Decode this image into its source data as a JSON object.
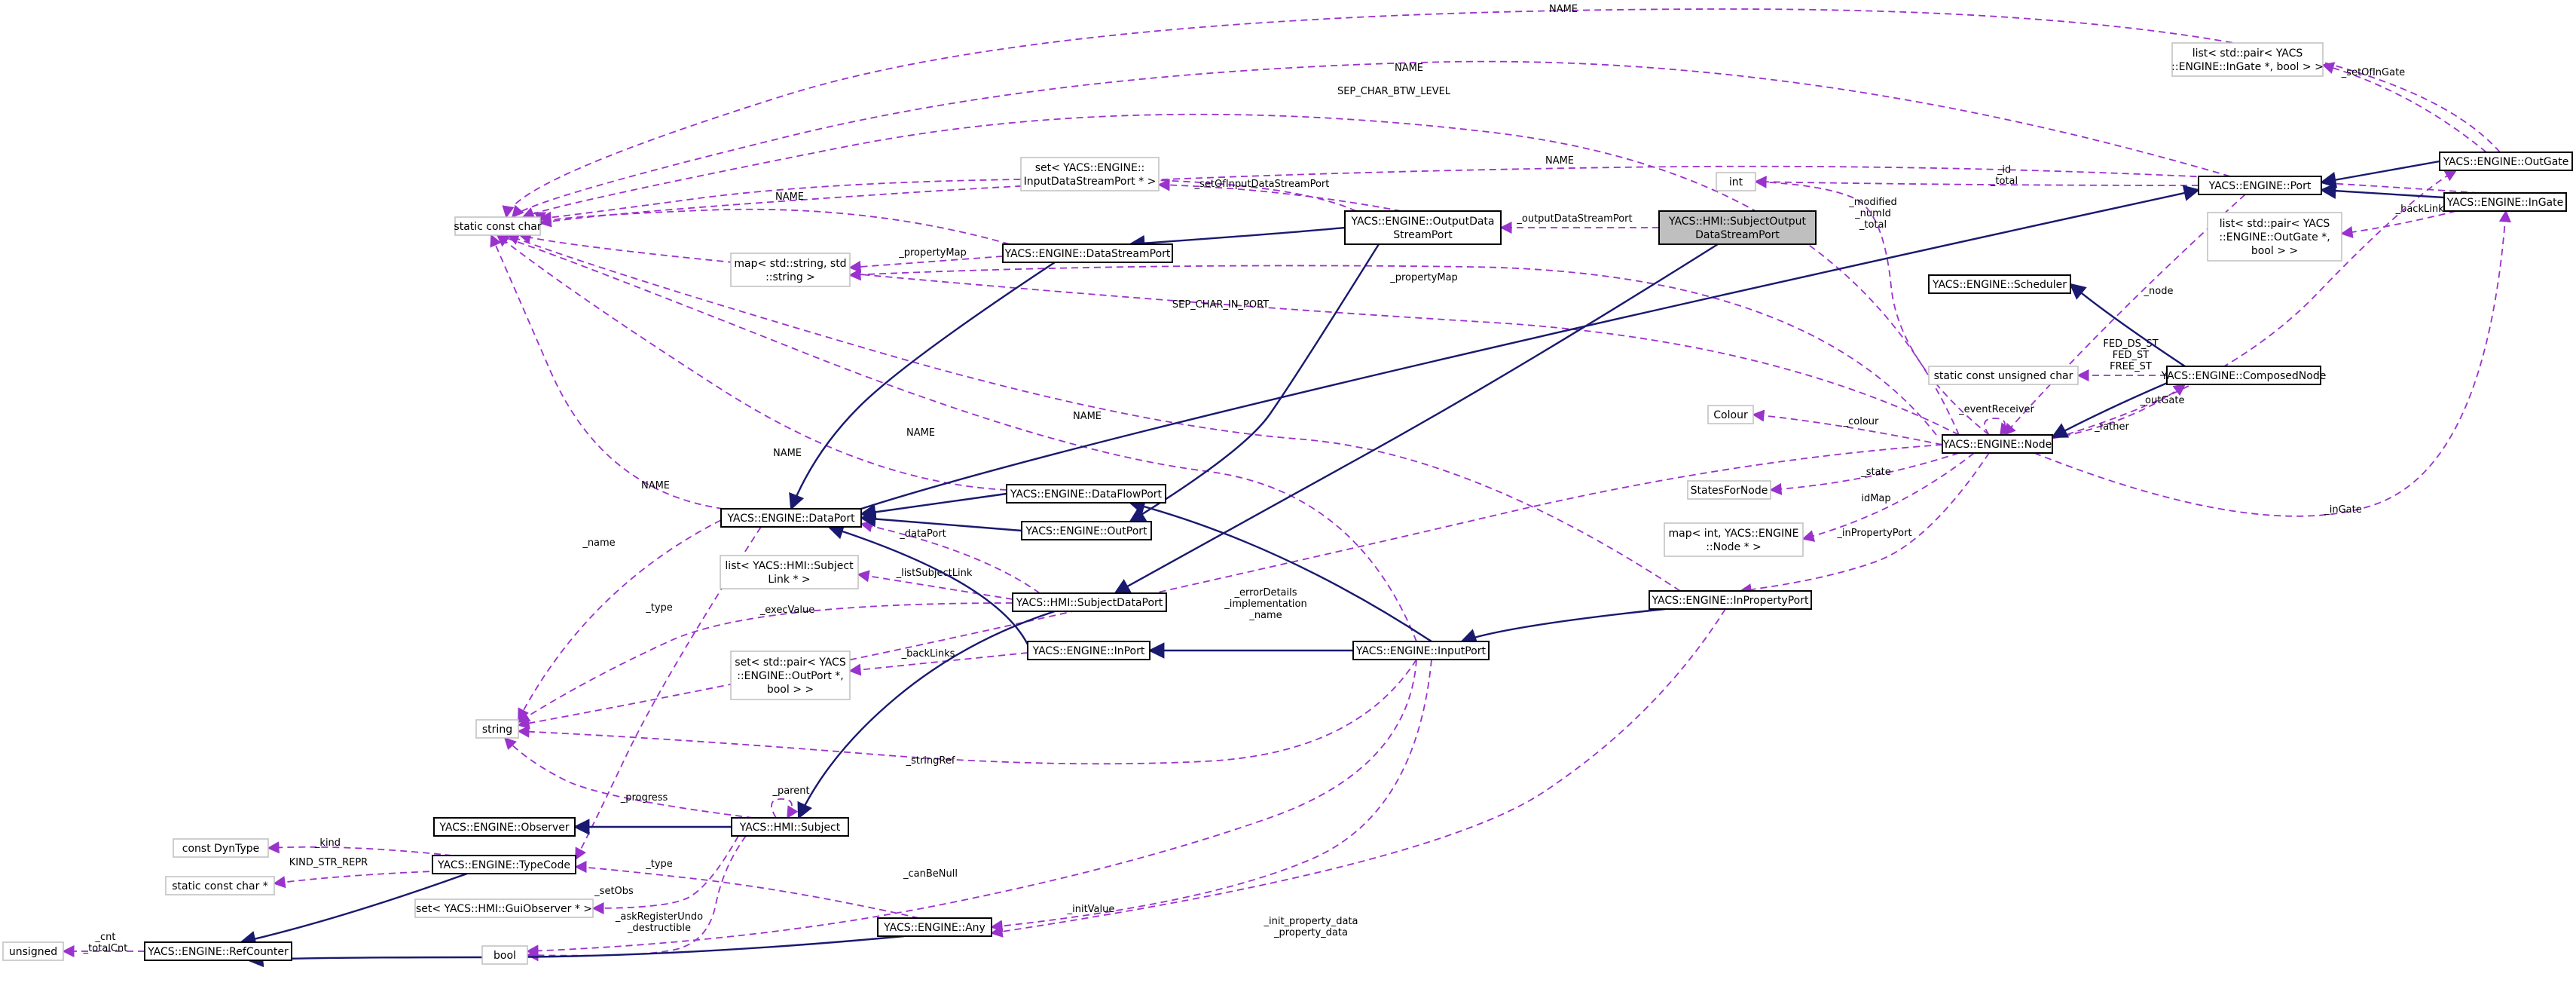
{
  "diagram": {
    "title": "",
    "colors": {
      "inheritance": "#191970",
      "usage": "#9a32cd",
      "node_border": "#000000",
      "external_border": "#bfbfbf",
      "focus_fill": "#bfbfbf"
    },
    "nodes": [
      {
        "id": "scc",
        "kind": "external",
        "lines": [
          "static const char"
        ]
      },
      {
        "id": "setIDSP",
        "kind": "external",
        "lines": [
          "set< YACS::ENGINE::",
          "InputDataStreamPort * >"
        ]
      },
      {
        "id": "mapStr",
        "kind": "external",
        "lines": [
          "map< std::string, std",
          "::string >"
        ]
      },
      {
        "id": "listSL",
        "kind": "external",
        "lines": [
          "list< YACS::HMI::Subject",
          "Link * >"
        ]
      },
      {
        "id": "setPairOP",
        "kind": "external",
        "lines": [
          "set< std::pair< YACS",
          "::ENGINE::OutPort *,",
          "bool > >"
        ]
      },
      {
        "id": "string",
        "kind": "external",
        "lines": [
          "string"
        ]
      },
      {
        "id": "cdt",
        "kind": "external",
        "lines": [
          "const DynType"
        ]
      },
      {
        "id": "sccp",
        "kind": "external",
        "lines": [
          "static const char *"
        ]
      },
      {
        "id": "setGO",
        "kind": "external",
        "lines": [
          "set< YACS::HMI::GuiObserver * >"
        ]
      },
      {
        "id": "bool",
        "kind": "external",
        "lines": [
          "bool"
        ]
      },
      {
        "id": "unsigned",
        "kind": "external",
        "lines": [
          "unsigned"
        ]
      },
      {
        "id": "int",
        "kind": "external",
        "lines": [
          "int"
        ]
      },
      {
        "id": "colour",
        "kind": "external",
        "lines": [
          "Colour"
        ]
      },
      {
        "id": "sfn",
        "kind": "external",
        "lines": [
          "StatesForNode"
        ]
      },
      {
        "id": "mapIntNode",
        "kind": "external",
        "lines": [
          "map< int, YACS::ENGINE",
          "::Node * >"
        ]
      },
      {
        "id": "scuc",
        "kind": "external",
        "lines": [
          "static const unsigned char"
        ]
      },
      {
        "id": "listPairIG",
        "kind": "external",
        "lines": [
          "list< std::pair< YACS",
          "::ENGINE::InGate *, bool > >"
        ]
      },
      {
        "id": "listPairOG",
        "kind": "external",
        "lines": [
          "list< std::pair< YACS",
          "::ENGINE::OutGate *,",
          "bool > >"
        ]
      },
      {
        "id": "dsp",
        "kind": "class",
        "lines": [
          "YACS::ENGINE::DataStreamPort"
        ]
      },
      {
        "id": "odsp",
        "kind": "class",
        "lines": [
          "YACS::ENGINE::OutputData",
          "StreamPort"
        ]
      },
      {
        "id": "sodsp",
        "kind": "focus",
        "lines": [
          "YACS::HMI::SubjectOutput",
          "DataStreamPort"
        ]
      },
      {
        "id": "dp",
        "kind": "class",
        "lines": [
          "YACS::ENGINE::DataPort"
        ]
      },
      {
        "id": "dfp",
        "kind": "class",
        "lines": [
          "YACS::ENGINE::DataFlowPort"
        ]
      },
      {
        "id": "outport",
        "kind": "class",
        "lines": [
          "YACS::ENGINE::OutPort"
        ]
      },
      {
        "id": "sdp",
        "kind": "class",
        "lines": [
          "YACS::HMI::SubjectDataPort"
        ]
      },
      {
        "id": "inport",
        "kind": "class",
        "lines": [
          "YACS::ENGINE::InPort"
        ]
      },
      {
        "id": "inputport",
        "kind": "class",
        "lines": [
          "YACS::ENGINE::InputPort"
        ]
      },
      {
        "id": "inpropport",
        "kind": "class",
        "lines": [
          "YACS::ENGINE::InPropertyPort"
        ]
      },
      {
        "id": "observer",
        "kind": "class",
        "lines": [
          "YACS::ENGINE::Observer"
        ]
      },
      {
        "id": "subject",
        "kind": "class",
        "lines": [
          "YACS::HMI::Subject"
        ]
      },
      {
        "id": "typecode",
        "kind": "class",
        "lines": [
          "YACS::ENGINE::TypeCode"
        ]
      },
      {
        "id": "refcounter",
        "kind": "class",
        "lines": [
          "YACS::ENGINE::RefCounter"
        ]
      },
      {
        "id": "any",
        "kind": "class",
        "lines": [
          "YACS::ENGINE::Any"
        ]
      },
      {
        "id": "port",
        "kind": "class",
        "lines": [
          "YACS::ENGINE::Port"
        ]
      },
      {
        "id": "outgate",
        "kind": "class",
        "lines": [
          "YACS::ENGINE::OutGate"
        ]
      },
      {
        "id": "ingate",
        "kind": "class",
        "lines": [
          "YACS::ENGINE::InGate"
        ]
      },
      {
        "id": "scheduler",
        "kind": "class",
        "lines": [
          "YACS::ENGINE::Scheduler"
        ]
      },
      {
        "id": "composed",
        "kind": "class",
        "lines": [
          "YACS::ENGINE::ComposedNode"
        ]
      },
      {
        "id": "node",
        "kind": "class",
        "lines": [
          "YACS::ENGINE::Node"
        ]
      }
    ],
    "edges": [
      {
        "id": "e1",
        "type": "usage",
        "from": "outgate",
        "to": "scc",
        "label": [
          "NAME"
        ]
      },
      {
        "id": "e2",
        "type": "usage",
        "from": "port",
        "to": "scc",
        "label": [
          "NAME"
        ]
      },
      {
        "id": "e3",
        "type": "usage",
        "from": "node",
        "to": "scc",
        "label": [
          "SEP_CHAR_BTW_LEVEL"
        ]
      },
      {
        "id": "e4",
        "type": "usage",
        "from": "ingate",
        "to": "scc",
        "label": [
          "NAME"
        ]
      },
      {
        "id": "e5",
        "type": "usage",
        "from": "odsp",
        "to": "scc",
        "label": [
          "NAME"
        ]
      },
      {
        "id": "e6",
        "type": "usage",
        "from": "dsp",
        "to": "scc",
        "label": [
          "NAME"
        ]
      },
      {
        "id": "e7",
        "type": "usage",
        "from": "node",
        "to": "scc",
        "label": [
          "SEP_CHAR_IN_PORT"
        ]
      },
      {
        "id": "e8",
        "type": "usage",
        "from": "inpropport",
        "to": "scc",
        "label": [
          "NAME"
        ]
      },
      {
        "id": "e9",
        "type": "usage",
        "from": "inputport",
        "to": "scc",
        "label": [
          "NAME"
        ]
      },
      {
        "id": "e10",
        "type": "usage",
        "from": "dfp",
        "to": "scc",
        "label": [
          "NAME"
        ]
      },
      {
        "id": "e11",
        "type": "usage",
        "from": "dp",
        "to": "scc",
        "label": [
          "NAME"
        ]
      },
      {
        "id": "e12",
        "type": "usage",
        "from": "odsp",
        "to": "setIDSP",
        "label": [
          "_setOfInputDataStreamPort"
        ]
      },
      {
        "id": "e13",
        "type": "usage",
        "from": "dsp",
        "to": "mapStr",
        "label": [
          "_propertyMap"
        ]
      },
      {
        "id": "e14",
        "type": "usage",
        "from": "node",
        "to": "mapStr",
        "label": [
          "_propertyMap"
        ]
      },
      {
        "id": "e15",
        "type": "usage",
        "from": "sdp",
        "to": "dp",
        "label": [
          "_dataPort"
        ]
      },
      {
        "id": "e16",
        "type": "usage",
        "from": "sdp",
        "to": "listSL",
        "label": [
          "_listSubjectLink"
        ]
      },
      {
        "id": "e17",
        "type": "usage",
        "from": "inport",
        "to": "setPairOP",
        "label": [
          "_backLinks"
        ]
      },
      {
        "id": "e18",
        "type": "usage",
        "from": "dp",
        "to": "string",
        "label": [
          "_name"
        ]
      },
      {
        "id": "e19",
        "type": "usage",
        "from": "sdp",
        "to": "string",
        "label": [
          "_execValue"
        ]
      },
      {
        "id": "e20",
        "type": "usage",
        "from": "node",
        "to": "string",
        "label": [
          "_errorDetails",
          "_implementation",
          "_name"
        ]
      },
      {
        "id": "e21",
        "type": "usage",
        "from": "inputport",
        "to": "string",
        "label": [
          "_stringRef"
        ]
      },
      {
        "id": "e22",
        "type": "usage",
        "from": "subject",
        "to": "string",
        "label": [
          "_progress"
        ]
      },
      {
        "id": "e23",
        "type": "usage",
        "from": "dp",
        "to": "typecode",
        "label": [
          "_type"
        ]
      },
      {
        "id": "e24",
        "type": "usage",
        "from": "typecode",
        "to": "cdt",
        "label": [
          "_kind"
        ]
      },
      {
        "id": "e25",
        "type": "usage",
        "from": "typecode",
        "to": "sccp",
        "label": [
          "KIND_STR_REPR"
        ]
      },
      {
        "id": "e26",
        "type": "usage",
        "from": "subject",
        "to": "setGO",
        "label": [
          "_setObs"
        ]
      },
      {
        "id": "e27",
        "type": "usage",
        "from": "subject",
        "to": "bool",
        "label": [
          "_askRegisterUndo",
          "_destructible"
        ]
      },
      {
        "id": "e28",
        "type": "usage",
        "from": "inputport",
        "to": "bool",
        "label": [
          "_canBeNull"
        ]
      },
      {
        "id": "e29",
        "type": "usage",
        "from": "refcounter",
        "to": "unsigned",
        "label": [
          "_cnt",
          "_totalCnt"
        ]
      },
      {
        "id": "e30",
        "type": "usage",
        "from": "any",
        "to": "typecode",
        "label": [
          "_type"
        ]
      },
      {
        "id": "e31",
        "type": "usage",
        "from": "inputport",
        "to": "any",
        "label": [
          "_initValue"
        ]
      },
      {
        "id": "e32",
        "type": "usage",
        "from": "inpropport",
        "to": "any",
        "label": [
          "_init_property_data",
          "_property_data"
        ]
      },
      {
        "id": "e33",
        "type": "usage",
        "from": "subject",
        "to": "subject",
        "label": [
          "_parent"
        ]
      },
      {
        "id": "e34",
        "type": "usage",
        "from": "sodsp",
        "to": "odsp",
        "label": [
          "_outputDataStreamPort"
        ]
      },
      {
        "id": "e35",
        "type": "usage",
        "from": "port",
        "to": "int",
        "label": [
          "_id",
          "_total"
        ]
      },
      {
        "id": "e36",
        "type": "usage",
        "from": "node",
        "to": "int",
        "label": [
          "_modified",
          "_numId",
          "_total"
        ]
      },
      {
        "id": "e37",
        "type": "usage",
        "from": "outgate",
        "to": "listPairIG",
        "label": [
          "_setOfInGate"
        ]
      },
      {
        "id": "e38",
        "type": "usage",
        "from": "ingate",
        "to": "listPairOG",
        "label": [
          "_backLinks"
        ]
      },
      {
        "id": "e39",
        "type": "usage",
        "from": "port",
        "to": "node",
        "label": [
          "_node"
        ]
      },
      {
        "id": "e40",
        "type": "usage",
        "from": "composed",
        "to": "scuc",
        "label": [
          "FED_DS_ST",
          "FED_ST",
          "FREE_ST"
        ]
      },
      {
        "id": "e41",
        "type": "usage",
        "from": "node",
        "to": "colour",
        "label": [
          "_colour"
        ]
      },
      {
        "id": "e42",
        "type": "usage",
        "from": "node",
        "to": "sfn",
        "label": [
          "_state"
        ]
      },
      {
        "id": "e43",
        "type": "usage",
        "from": "node",
        "to": "mapIntNode",
        "label": [
          "idMap"
        ]
      },
      {
        "id": "e44",
        "type": "usage",
        "from": "node",
        "to": "inpropport",
        "label": [
          "_inPropertyPort"
        ]
      },
      {
        "id": "e45",
        "type": "usage",
        "from": "node",
        "to": "node",
        "label": [
          "_eventReceiver"
        ]
      },
      {
        "id": "e46",
        "type": "usage",
        "from": "node",
        "to": "composed",
        "label": [
          "_father"
        ]
      },
      {
        "id": "e47",
        "type": "usage",
        "from": "node",
        "to": "outgate",
        "label": [
          "_outGate"
        ]
      },
      {
        "id": "e48",
        "type": "usage",
        "from": "node",
        "to": "ingate",
        "label": [
          "_inGate"
        ]
      },
      {
        "id": "i1",
        "type": "inheritance",
        "from": "odsp",
        "to": "dsp",
        "label": []
      },
      {
        "id": "i2",
        "type": "inheritance",
        "from": "dsp",
        "to": "dp",
        "label": []
      },
      {
        "id": "i3",
        "type": "inheritance",
        "from": "dfp",
        "to": "dp",
        "label": []
      },
      {
        "id": "i4",
        "type": "inheritance",
        "from": "outport",
        "to": "dp",
        "label": []
      },
      {
        "id": "i5",
        "type": "inheritance",
        "from": "inport",
        "to": "dp",
        "label": []
      },
      {
        "id": "i6",
        "type": "inheritance",
        "from": "dp",
        "to": "port",
        "label": []
      },
      {
        "id": "i7",
        "type": "inheritance",
        "from": "odsp",
        "to": "outport",
        "label": []
      },
      {
        "id": "i8",
        "type": "inheritance",
        "from": "inputport",
        "to": "dfp",
        "label": []
      },
      {
        "id": "i9",
        "type": "inheritance",
        "from": "inputport",
        "to": "inport",
        "label": []
      },
      {
        "id": "i10",
        "type": "inheritance",
        "from": "inpropport",
        "to": "inputport",
        "label": []
      },
      {
        "id": "i11",
        "type": "inheritance",
        "from": "sodsp",
        "to": "sdp",
        "label": []
      },
      {
        "id": "i12",
        "type": "inheritance",
        "from": "sdp",
        "to": "subject",
        "label": []
      },
      {
        "id": "i13",
        "type": "inheritance",
        "from": "subject",
        "to": "observer",
        "label": []
      },
      {
        "id": "i14",
        "type": "inheritance",
        "from": "typecode",
        "to": "refcounter",
        "label": []
      },
      {
        "id": "i15",
        "type": "inheritance",
        "from": "any",
        "to": "refcounter",
        "label": []
      },
      {
        "id": "i16",
        "type": "inheritance",
        "from": "outgate",
        "to": "port",
        "label": []
      },
      {
        "id": "i17",
        "type": "inheritance",
        "from": "ingate",
        "to": "port",
        "label": []
      },
      {
        "id": "i18",
        "type": "inheritance",
        "from": "composed",
        "to": "scheduler",
        "label": []
      },
      {
        "id": "i19",
        "type": "inheritance",
        "from": "composed",
        "to": "node",
        "label": []
      }
    ]
  }
}
